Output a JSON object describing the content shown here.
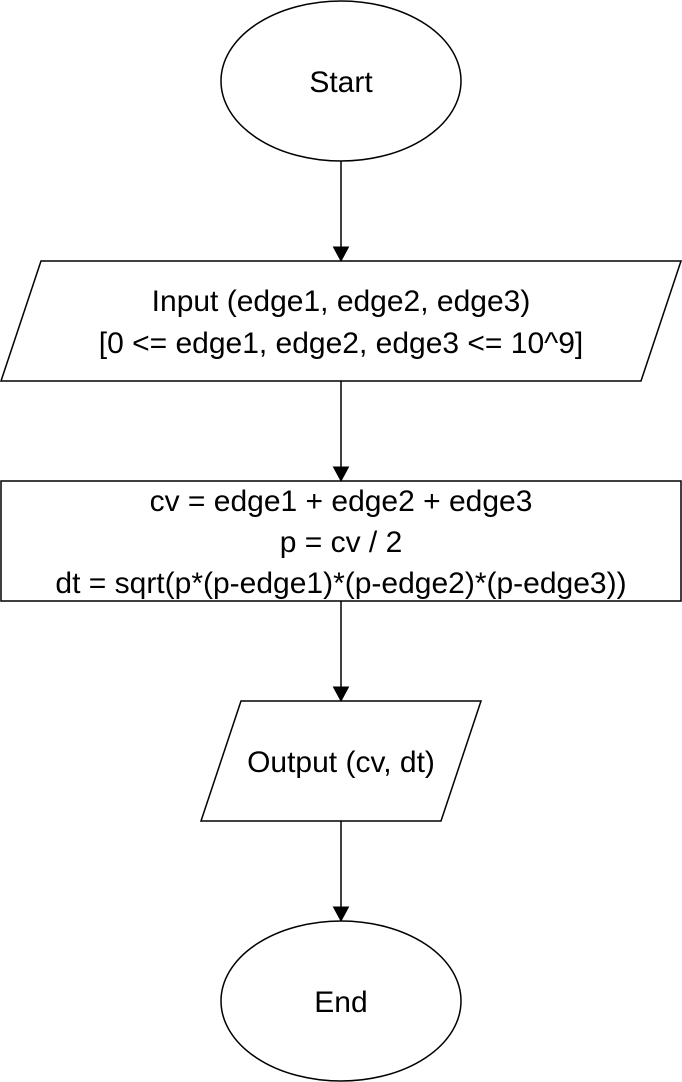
{
  "nodes": {
    "start": {
      "text": "Start"
    },
    "input": {
      "line1": "Input (edge1, edge2, edge3)",
      "line2": "[0 <= edge1, edge2, edge3 <= 10^9]"
    },
    "process": {
      "line1": "cv = edge1 + edge2 + edge3",
      "line2": "p = cv / 2",
      "line3": "dt = sqrt(p*(p-edge1)*(p-edge2)*(p-edge3))"
    },
    "output": {
      "text": "Output (cv, dt)"
    },
    "end": {
      "text": "End"
    }
  },
  "colors": {
    "stroke": "#000000",
    "fill": "#ffffff",
    "text": "#000000"
  }
}
